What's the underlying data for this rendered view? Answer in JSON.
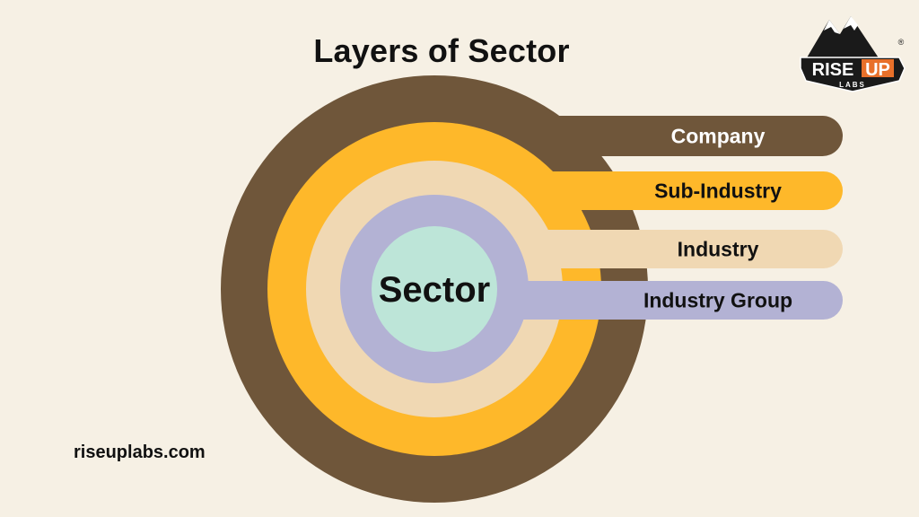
{
  "title": "Layers of Sector",
  "website": "riseuplabs.com",
  "center_label": "Sector",
  "layers": [
    {
      "label": "Company",
      "color": "#6F563A",
      "text_color": "#FFFFFF"
    },
    {
      "label": "Sub-Industry",
      "color": "#FEB82A",
      "text_color": "#111111"
    },
    {
      "label": "Industry",
      "color": "#F0D8B3",
      "text_color": "#111111"
    },
    {
      "label": "Industry Group",
      "color": "#B3B2D4",
      "text_color": "#111111"
    }
  ],
  "center_color": "#BDE5D8",
  "background_color": "#F6F0E4",
  "logo": {
    "word_left": "RISE",
    "word_right": "UP",
    "sub": "LABS",
    "registered": "®",
    "accent": "#E8702A",
    "dark": "#1A1A1A"
  }
}
